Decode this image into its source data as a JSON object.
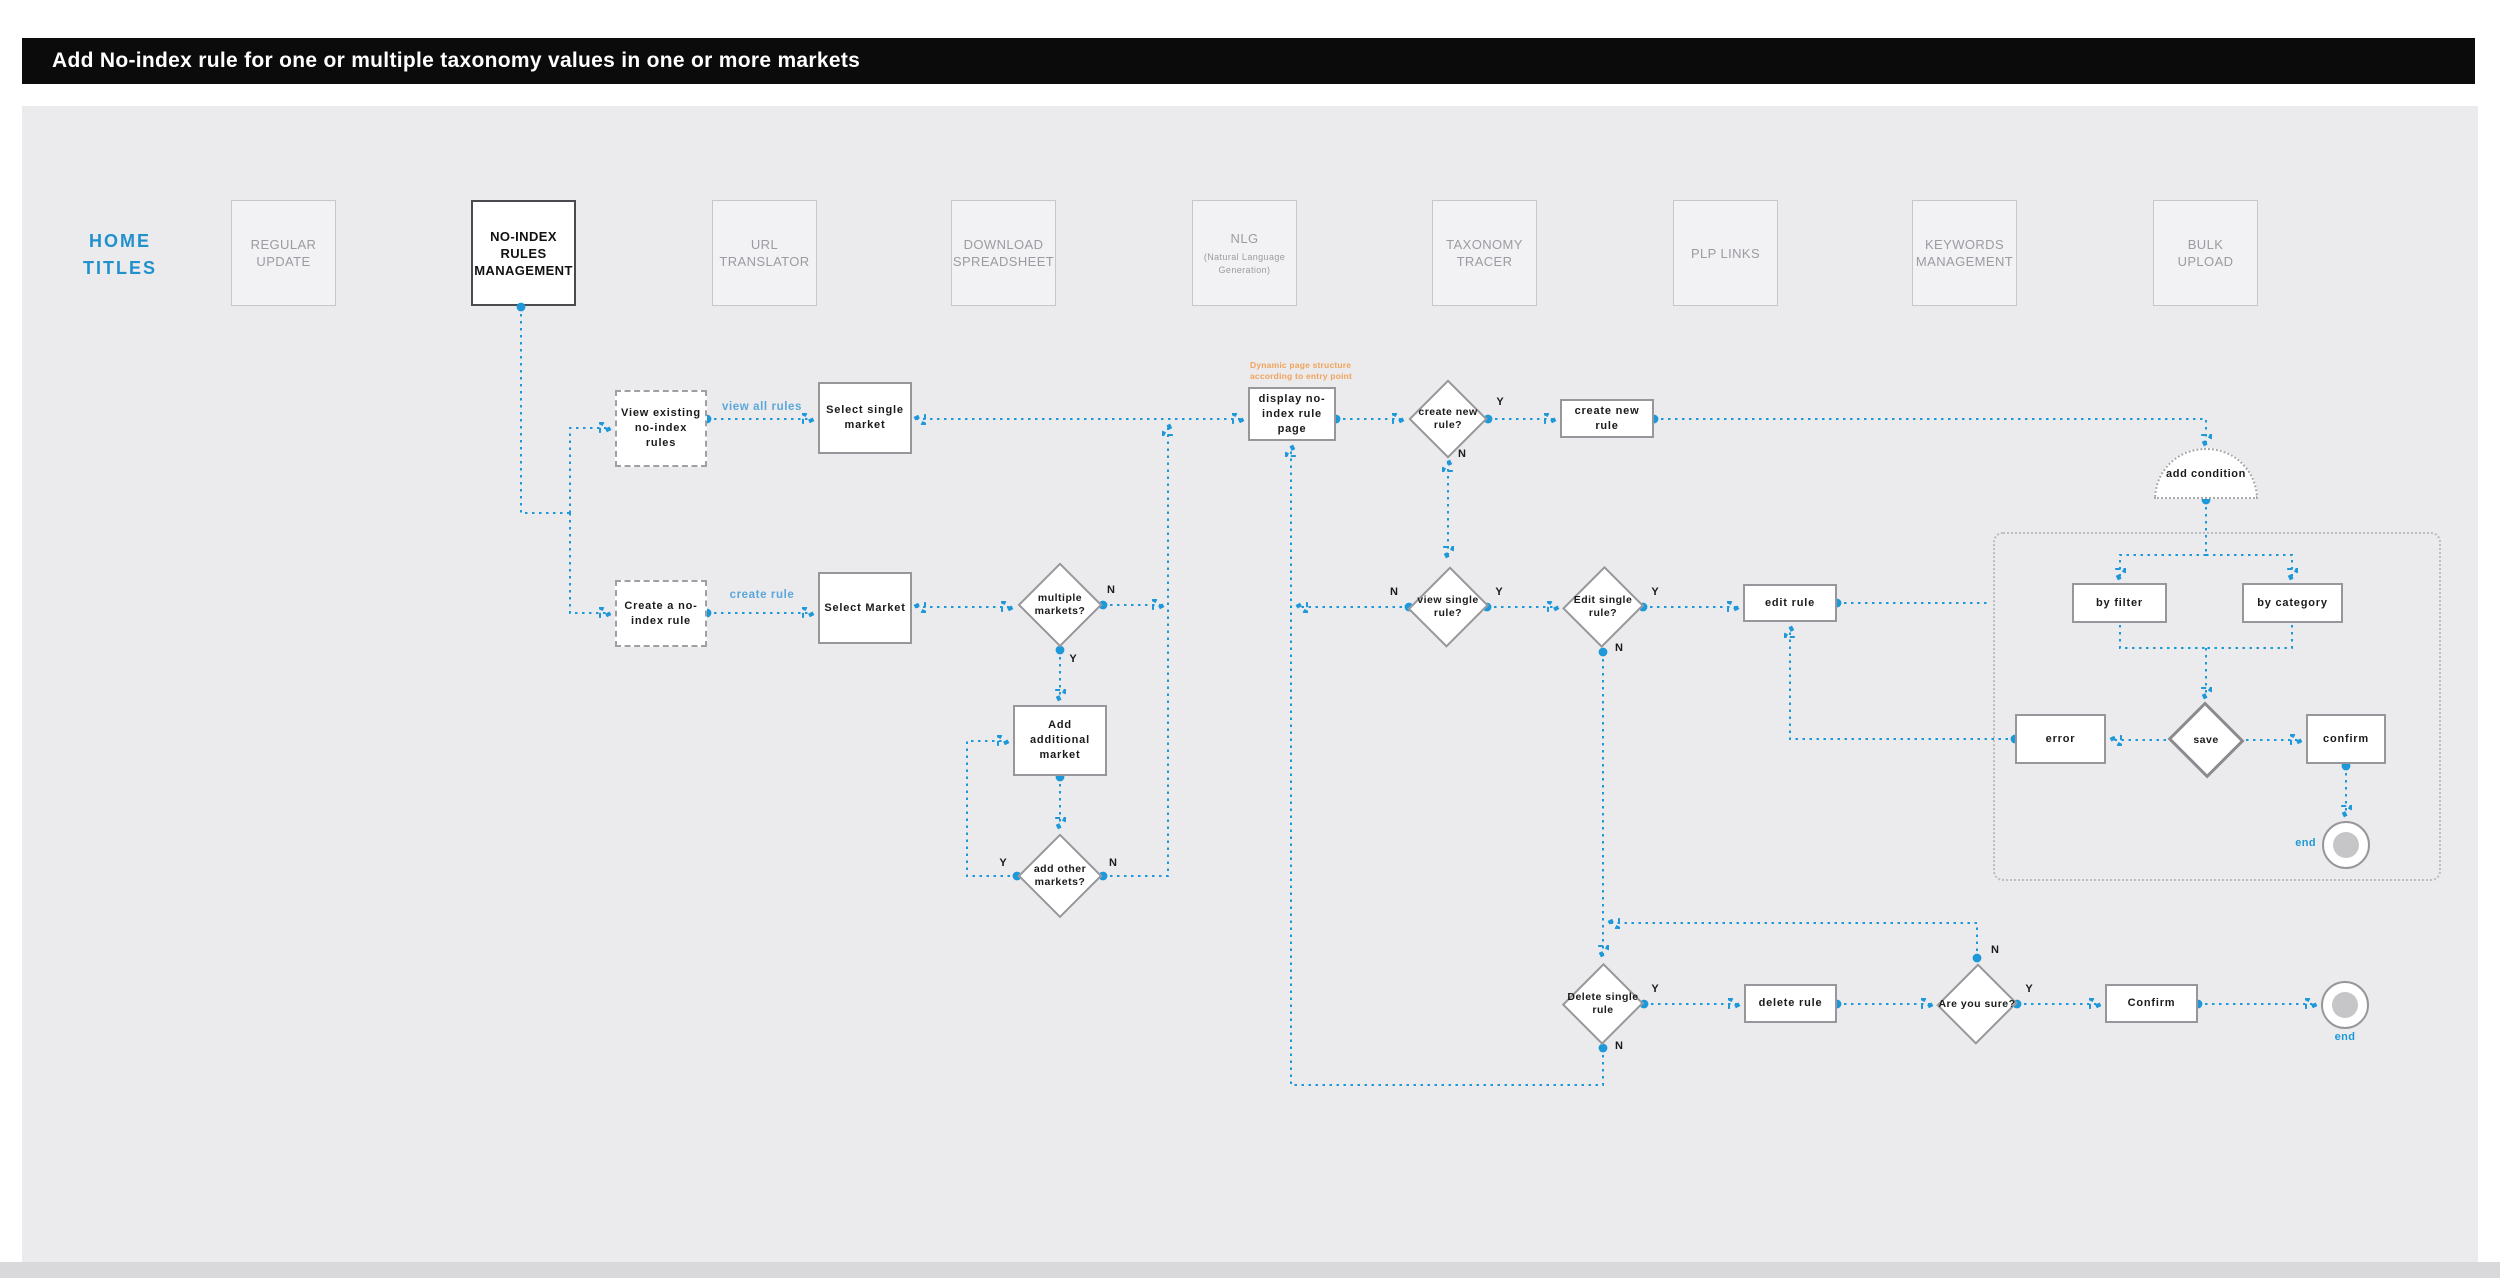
{
  "title_bar": {
    "title": "Add No-index rule for one or multiple taxonomy values in one or more markets"
  },
  "home_label": {
    "line1": "HOME",
    "line2": "TITLES"
  },
  "nav": {
    "items": [
      {
        "label": "REGULAR UPDATE"
      },
      {
        "label": "NO-INDEX RULES MANAGEMENT"
      },
      {
        "label": "URL TRANSLATOR"
      },
      {
        "label": "DOWNLOAD SPREADSHEET"
      },
      {
        "label": "NLG",
        "sublabel": "(Natural Language Generation)"
      },
      {
        "label": "TAXONOMY TRACER"
      },
      {
        "label": "PLP LINKS"
      },
      {
        "label": "KEYWORDS MANAGEMENT"
      },
      {
        "label": "BULK UPLOAD"
      }
    ]
  },
  "flow": {
    "note": {
      "line1": "Dynamic page structure",
      "line2": "according to entry point"
    },
    "nodes": {
      "view_existing": "View existing no-index rules",
      "select_single_market": "Select single market",
      "display_page": "display no-index rule page",
      "create_new_rule_q": "create new rule?",
      "create_new_rule": "create new rule",
      "add_condition": "add condition",
      "create_no_index_rule": "Create a no-index rule",
      "select_market": "Select Market",
      "multiple_markets_q": "multiple markets?",
      "add_additional_market": "Add additional market",
      "add_other_markets_q": "add other markets?",
      "view_single_rule_q": "view single rule?",
      "edit_single_rule_q": "Edit single rule?",
      "edit_rule": "edit rule",
      "by_filter": "by filter",
      "by_category": "by category",
      "error": "error",
      "save": "save",
      "confirm": "confirm",
      "delete_single_rule": "Delete single rule",
      "delete_rule": "delete rule",
      "are_you_sure_q": "Are you sure?",
      "confirm_delete": "Confirm"
    },
    "edge_labels": {
      "yes": "Y",
      "no": "N",
      "end": "end",
      "view_all_rules": "view all rules",
      "create_rule": "create rule"
    }
  },
  "colors": {
    "accent_blue": "#1d98d8",
    "link_blue": "#5aa7da",
    "home_blue": "#2191ce",
    "note_orange": "#f0a35c",
    "canvas_gray": "#ebebed",
    "title_bg": "#0b0b0b"
  }
}
